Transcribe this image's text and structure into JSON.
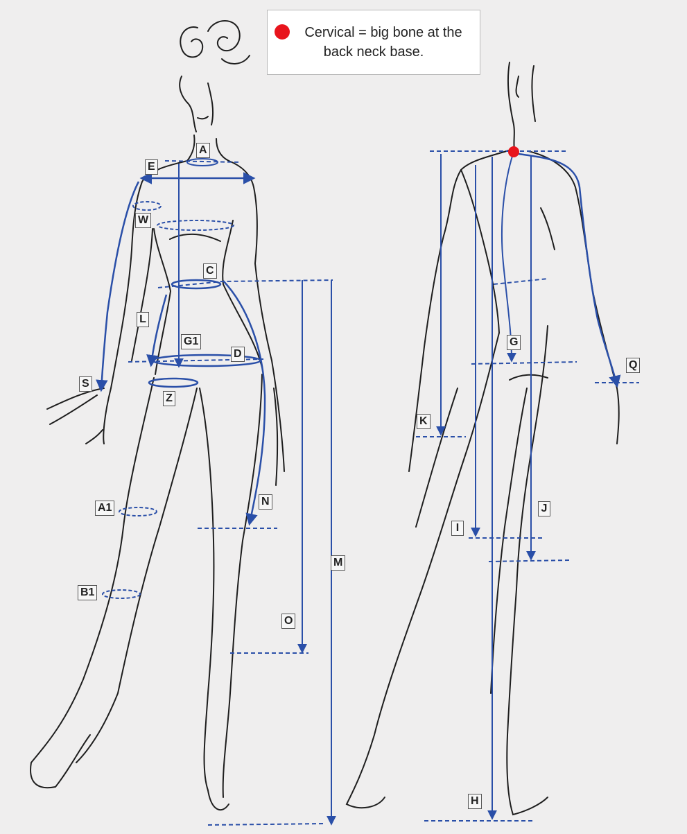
{
  "note": {
    "line1": "Cervical = big bone at the",
    "line2": "back neck base."
  },
  "labels": {
    "A": "A",
    "E": "E",
    "W": "W",
    "C": "C",
    "L": "L",
    "G1": "G1",
    "D": "D",
    "S": "S",
    "Z": "Z",
    "A1": "A1",
    "N": "N",
    "M": "M",
    "B1": "B1",
    "O": "O",
    "G": "G",
    "Q": "Q",
    "K": "K",
    "J": "J",
    "I": "I",
    "H": "H"
  },
  "colors": {
    "measure_blue": "#2a4fa8",
    "cervical_red": "#e8141c",
    "sketch_ink": "#1e1e1e"
  }
}
